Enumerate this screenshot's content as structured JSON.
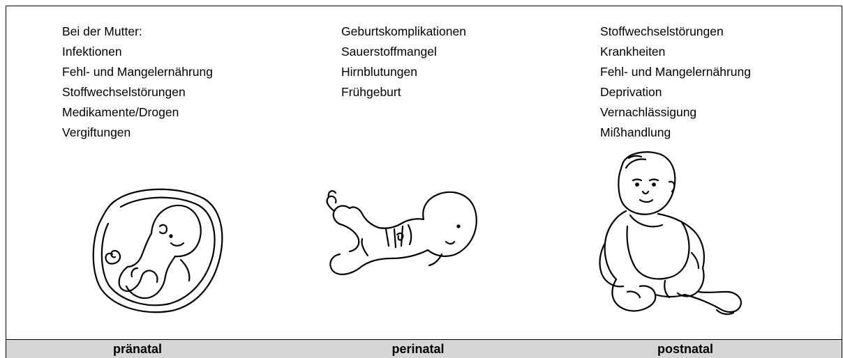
{
  "columns": [
    {
      "items": [
        "Bei der Mutter:",
        "Infektionen",
        "Fehl- und Mangelernährung",
        "Stoffwechselstörungen",
        "Medikamente/Drogen",
        "Vergiftungen"
      ],
      "phase": "pränatal",
      "illustration": "embryo-in-womb-icon"
    },
    {
      "items": [
        "Geburtskomplikationen",
        "Sauerstoffmangel",
        "Hirnblutungen",
        "Frühgeburt"
      ],
      "phase": "perinatal",
      "illustration": "newborn-lying-icon"
    },
    {
      "items": [
        "Stoffwechselstörungen",
        "Krankheiten",
        "Fehl- und Mangelernährung",
        "Deprivation",
        "Vernachlässigung",
        "Mißhandlung"
      ],
      "phase": "postnatal",
      "illustration": "sitting-child-icon"
    }
  ],
  "colors": {
    "footer_bg": "#d6d6d6",
    "line": "#000000"
  }
}
